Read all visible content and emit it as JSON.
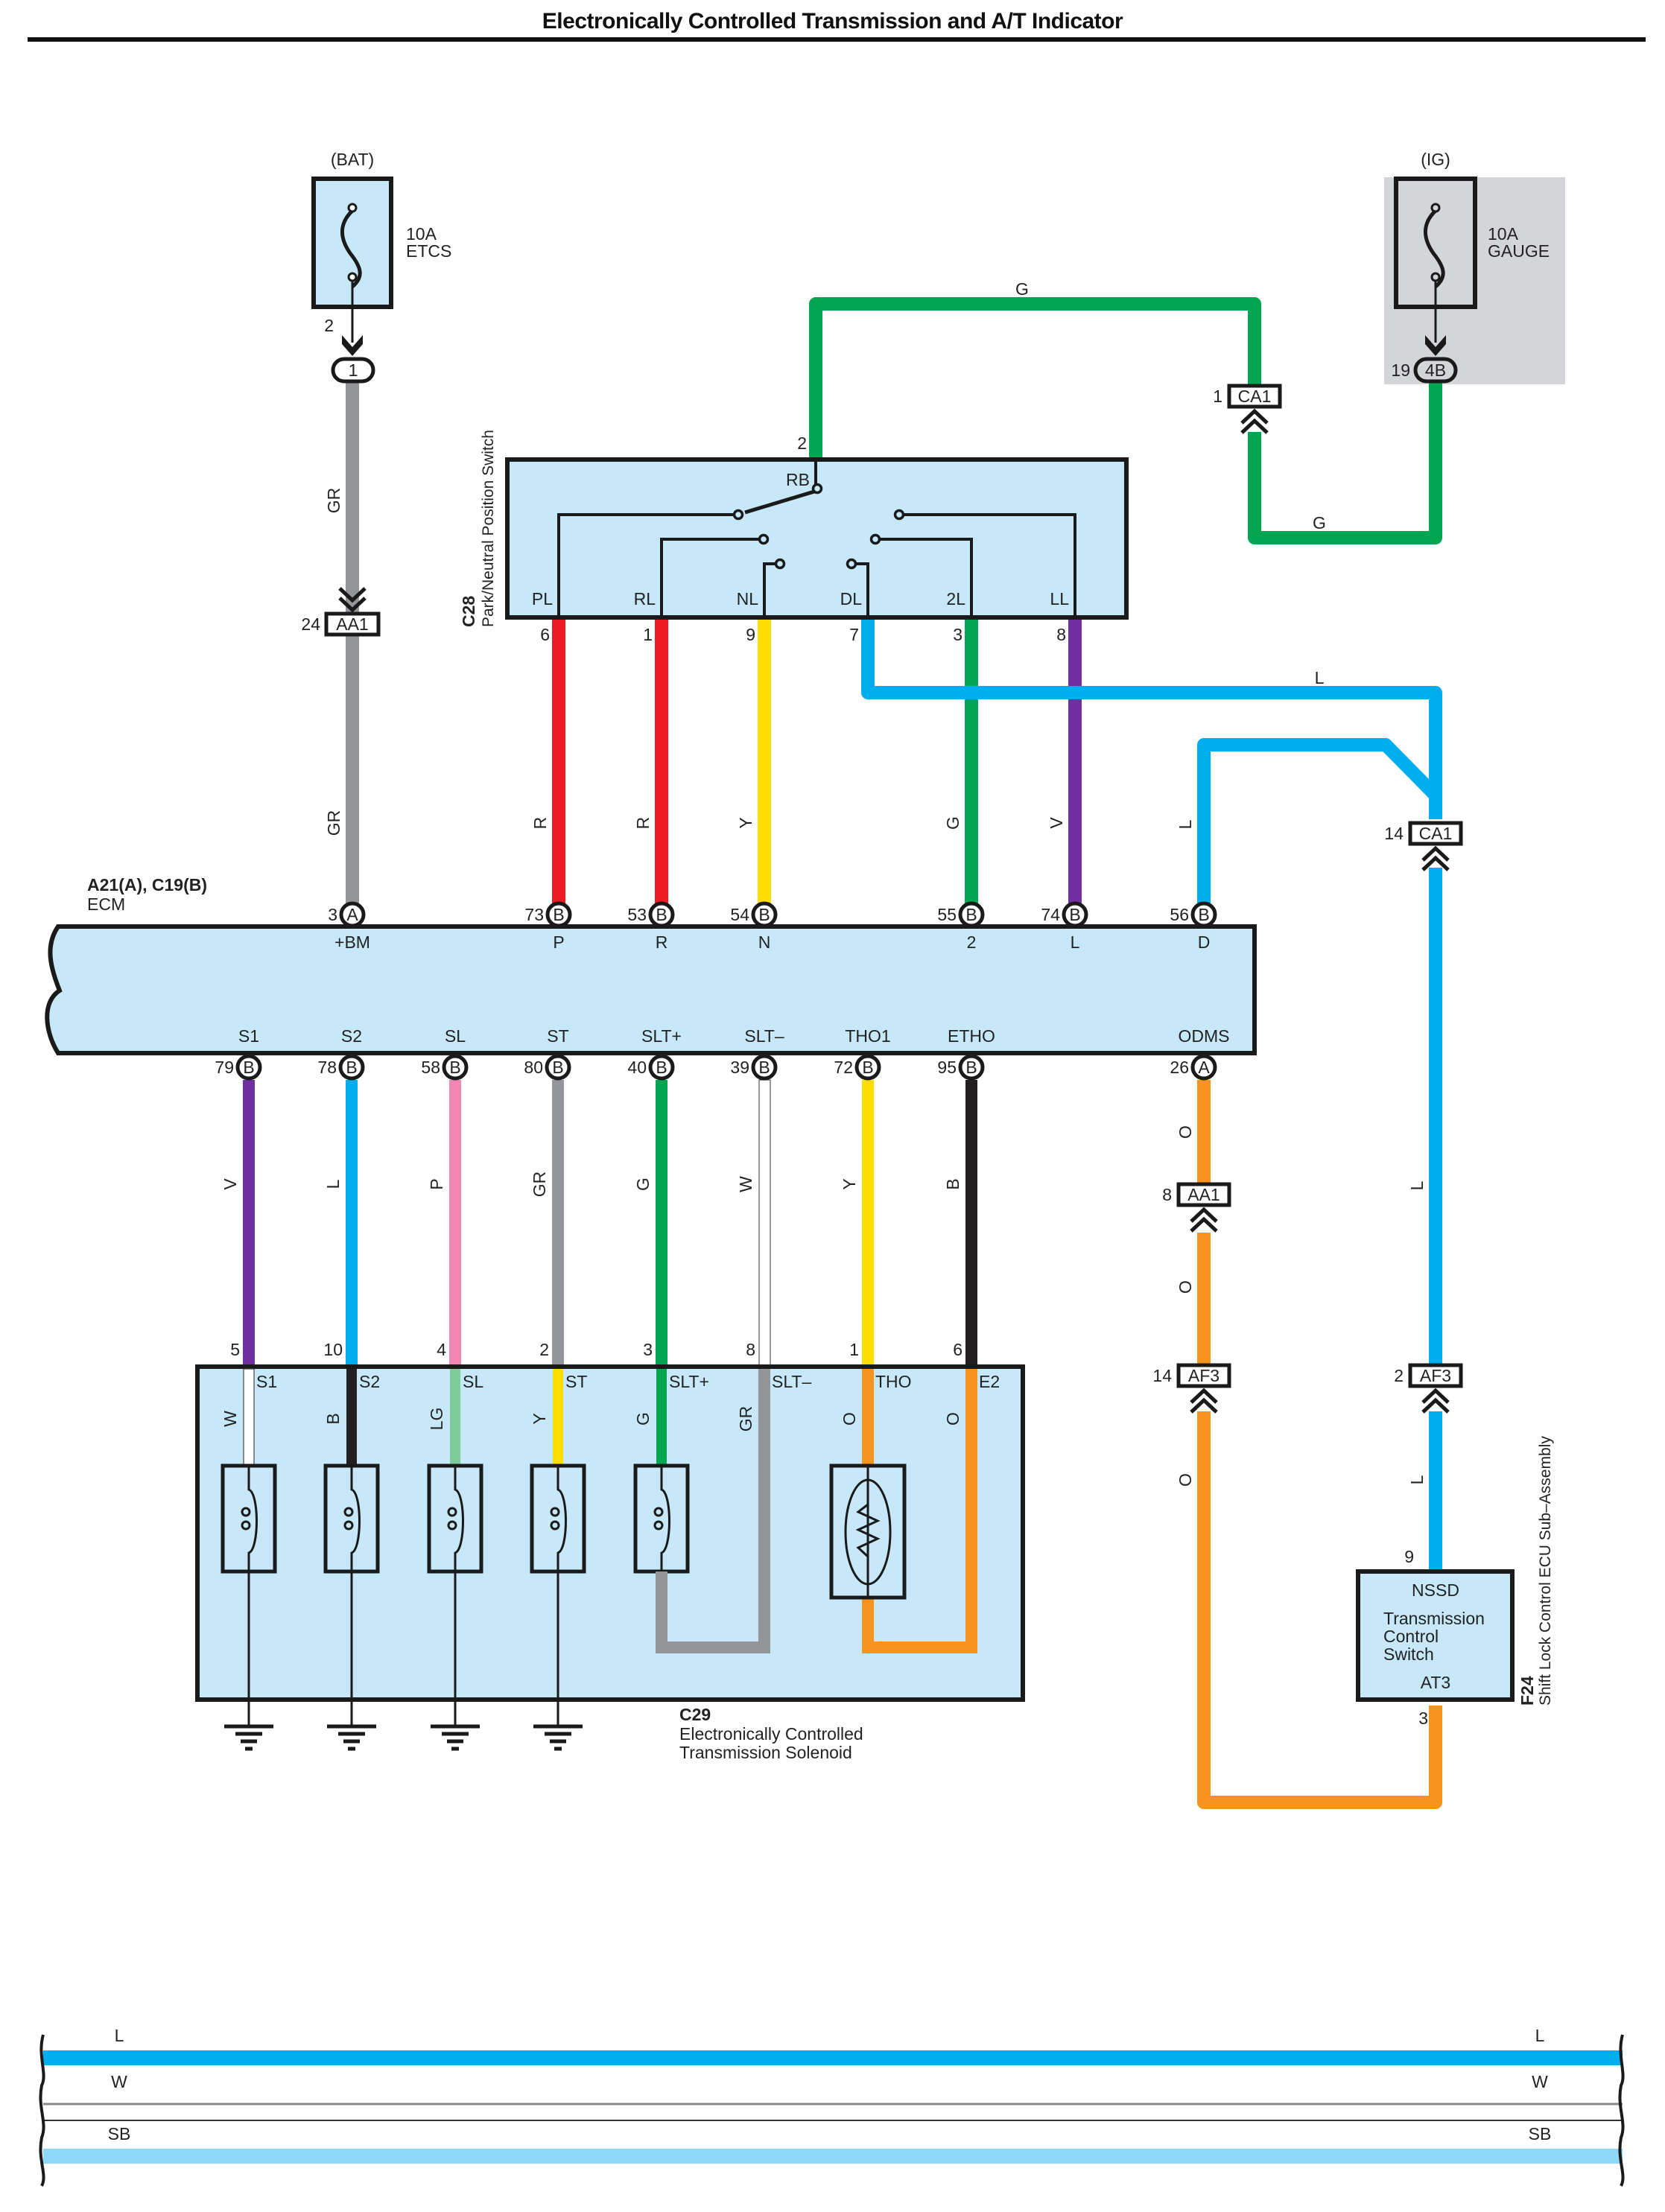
{
  "title": "Electronically Controlled Transmission and A/T Indicator",
  "colors": {
    "box_fill": "#c7e8f9",
    "gauge_shade": "#d3d5d8",
    "outline": "#1a1a1a",
    "wire": {
      "GR": "#939598",
      "R": "#ed1c24",
      "Y": "#ffde00",
      "G": "#00a651",
      "V": "#7030a0",
      "L": "#00aeef",
      "P": "#f287b7",
      "W": "#ffffff",
      "B": "#231f20",
      "O": "#f7941d",
      "LG": "#7fcc9b",
      "SB": "#8ed8f8"
    }
  },
  "fuses": [
    {
      "id": "fuse-etcs",
      "source": "(BAT)",
      "rating": "10A",
      "name": "ETCS",
      "pin": "2",
      "junction": "1",
      "junction_pin": ""
    },
    {
      "id": "fuse-gauge",
      "source": "(IG)",
      "rating": "10A",
      "name": "GAUGE",
      "pin": "",
      "junction": "4B",
      "junction_pin": "19"
    }
  ],
  "inline_connectors": [
    {
      "id": "aa1-24",
      "pin": "24",
      "name": "AA1"
    },
    {
      "id": "ca1-1",
      "pin": "1",
      "name": "CA1"
    },
    {
      "id": "ca1-14",
      "pin": "14",
      "name": "CA1"
    },
    {
      "id": "aa1-8",
      "pin": "8",
      "name": "AA1"
    },
    {
      "id": "af3-14",
      "pin": "14",
      "name": "AF3"
    },
    {
      "id": "af3-2",
      "pin": "2",
      "name": "AF3"
    }
  ],
  "pnp_switch": {
    "code": "C28",
    "name": "Park/Neutral Position Switch",
    "common_terminal": "RB",
    "common_pin": "2",
    "terminals": [
      {
        "label": "PL",
        "pin": "6",
        "wire": "R"
      },
      {
        "label": "RL",
        "pin": "1",
        "wire": "R"
      },
      {
        "label": "NL",
        "pin": "9",
        "wire": "Y"
      },
      {
        "label": "DL",
        "pin": "7",
        "wire": "L"
      },
      {
        "label": "2L",
        "pin": "3",
        "wire": "G"
      },
      {
        "label": "LL",
        "pin": "8",
        "wire": "V"
      }
    ]
  },
  "ecm": {
    "code": "A21(A), C19(B)",
    "name": "ECM",
    "top_pins": [
      {
        "pin": "3",
        "conn": "A",
        "label": "+BM",
        "wire": "GR"
      },
      {
        "pin": "73",
        "conn": "B",
        "label": "P",
        "wire": "R"
      },
      {
        "pin": "53",
        "conn": "B",
        "label": "R",
        "wire": "R"
      },
      {
        "pin": "54",
        "conn": "B",
        "label": "N",
        "wire": "Y"
      },
      {
        "pin": "55",
        "conn": "B",
        "label": "2",
        "wire": "G"
      },
      {
        "pin": "74",
        "conn": "B",
        "label": "L",
        "wire": "V"
      },
      {
        "pin": "56",
        "conn": "B",
        "label": "D",
        "wire": "L"
      }
    ],
    "bottom_pins": [
      {
        "pin": "79",
        "conn": "B",
        "label": "S1",
        "wire": "V"
      },
      {
        "pin": "78",
        "conn": "B",
        "label": "S2",
        "wire": "L"
      },
      {
        "pin": "58",
        "conn": "B",
        "label": "SL",
        "wire": "P"
      },
      {
        "pin": "80",
        "conn": "B",
        "label": "ST",
        "wire": "GR"
      },
      {
        "pin": "40",
        "conn": "B",
        "label": "SLT+",
        "wire": "G"
      },
      {
        "pin": "39",
        "conn": "B",
        "label": "SLT–",
        "wire": "W"
      },
      {
        "pin": "72",
        "conn": "B",
        "label": "THO1",
        "wire": "Y"
      },
      {
        "pin": "95",
        "conn": "B",
        "label": "ETHO",
        "wire": "B"
      },
      {
        "pin": "26",
        "conn": "A",
        "label": "ODMS",
        "wire": "O"
      }
    ]
  },
  "solenoid": {
    "code": "C29",
    "name_line1": "Electronically Controlled",
    "name_line2": "Transmission Solenoid",
    "terminals": [
      {
        "pin": "5",
        "label": "S1",
        "internal_wire": "W"
      },
      {
        "pin": "10",
        "label": "S2",
        "internal_wire": "B"
      },
      {
        "pin": "4",
        "label": "SL",
        "internal_wire": "LG"
      },
      {
        "pin": "2",
        "label": "ST",
        "internal_wire": "Y"
      },
      {
        "pin": "3",
        "label": "SLT+",
        "internal_wire": "G"
      },
      {
        "pin": "8",
        "label": "SLT–",
        "internal_wire": "GR"
      },
      {
        "pin": "1",
        "label": "THO",
        "internal_wire": "O"
      },
      {
        "pin": "6",
        "label": "E2",
        "internal_wire": "O"
      }
    ]
  },
  "shift_lock_ecu": {
    "code": "F24",
    "name": "Shift Lock Control ECU Sub–Assembly",
    "top_terminal": "NSSD",
    "top_pin": "9",
    "inner_line1": "Transmission",
    "inner_line2": "Control",
    "inner_line3": "Switch",
    "bottom_terminal": "AT3",
    "bottom_pin": "3"
  },
  "wire_labels": {
    "gr_upper": "GR",
    "gr_lower": "GR",
    "g_top": "G",
    "g_right": "G",
    "l_top": "L",
    "l_d": "L",
    "l_right_upper": "L",
    "l_right_mid": "L",
    "l_right_lower": "L",
    "o_upper": "O",
    "o_mid": "O",
    "o_lower": "O"
  },
  "legend": [
    {
      "code": "L",
      "color_key": "L"
    },
    {
      "code": "W",
      "color_key": "W"
    },
    {
      "code": "SB",
      "color_key": "SB"
    }
  ]
}
